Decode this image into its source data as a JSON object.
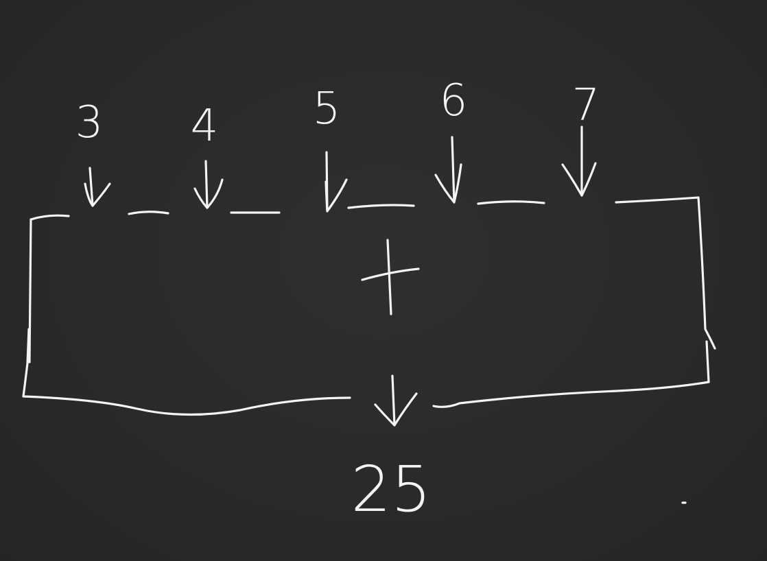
{
  "diagram": {
    "inputs": [
      "3",
      "4",
      "5",
      "6",
      "7"
    ],
    "operator": "+",
    "result": "25",
    "colors": {
      "background": "#2b2b2b",
      "ink": "#f4f4f4"
    }
  }
}
